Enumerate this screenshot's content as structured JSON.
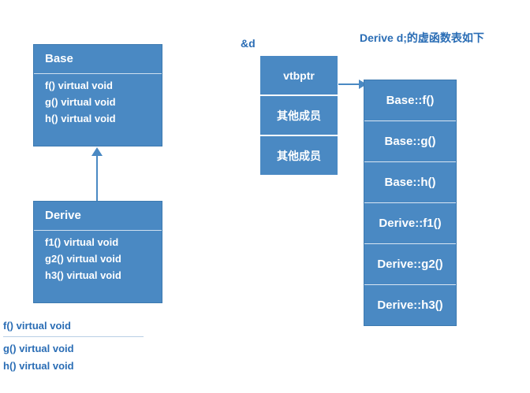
{
  "diagram": {
    "title_note": "Derive d;的虚函数表如下",
    "pointer_label": "&d",
    "classes": [
      {
        "name": "Base",
        "members": [
          "f() virtual void",
          "g() virtual void",
          "h() virtual void"
        ]
      },
      {
        "name": "Derive",
        "members": [
          "f1() virtual void",
          "g2() virtual void",
          "h3() virtual void"
        ]
      }
    ],
    "object_layout": [
      "vtbptr",
      "其他成员",
      "其他成员"
    ],
    "vtable_entries": [
      "Base::f()",
      "Base::g()",
      "Base::h()",
      "Derive::f1()",
      "Derive::g2()",
      "Derive::h3()"
    ],
    "bottom_list": {
      "above_separator": [
        "f() virtual void"
      ],
      "below_separator": [
        "g() virtual void",
        "h() virtual void"
      ]
    },
    "colors": {
      "fill": "#4a89c3",
      "text_on_fill": "#ffffff",
      "label_text": "#2a6db5",
      "background": "#ffffff"
    }
  }
}
